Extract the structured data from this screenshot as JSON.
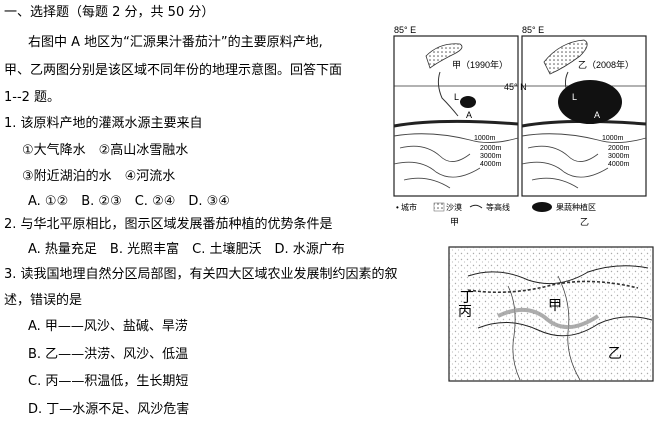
{
  "section_header": "一、选择题（每题 2 分，共 50 分）",
  "intro": {
    "line1": "右图中 A 地区为“汇源果汁番茄汁”的主要原料产地,",
    "line2": "甲、乙两图分别是该区域不同年份的地理示意图。回答下面",
    "line3": "1--2 题。"
  },
  "q1": {
    "stem": "1. 该原料产地的灌溉水源主要来自",
    "opt_row1": "①大气降水　②高山冰雪融水",
    "opt_row2": "③附近湖泊的水　④河流水",
    "choices": "A. ①②　B. ②③　C. ②④　D. ③④"
  },
  "q2": {
    "stem": "2. 与华北平原相比，图示区域发展番茄种植的优势条件是",
    "choices": "A. 热量充足　B. 光照丰富　C. 土壤肥沃　D. 水源广布"
  },
  "q3": {
    "stem_line1": "3. 读我国地理自然分区局部图，有关四大区域农业发展制约因素的叙",
    "stem_line2": "述，错误的是",
    "a": "A. 甲——风沙、盐碱、旱涝",
    "b": "B. 乙——洪涝、风沙、低温",
    "c": "C. 丙——积温低，生长期短",
    "d": "D. 丁—水源不足、风沙危害"
  },
  "map1": {
    "lon_left": "85° E",
    "lon_right": "85° E",
    "lat": "45° N",
    "title_jia": "甲（1990年）",
    "title_yi": "乙（2008年）",
    "point_l": "L",
    "point_a": "A",
    "c1000": "1000m",
    "c2000": "2000m",
    "c3000": "3000m",
    "c4000": "4000m",
    "legend_city": "• 城市",
    "legend_sand": "沙漠",
    "legend_contour": "等高线",
    "legend_veg": "果蔬种植区",
    "caption_jia": "甲",
    "caption_yi": "乙"
  },
  "map2": {
    "label_ding": "丁",
    "label_bing": "丙",
    "label_jia": "甲",
    "label_yi": "乙"
  }
}
